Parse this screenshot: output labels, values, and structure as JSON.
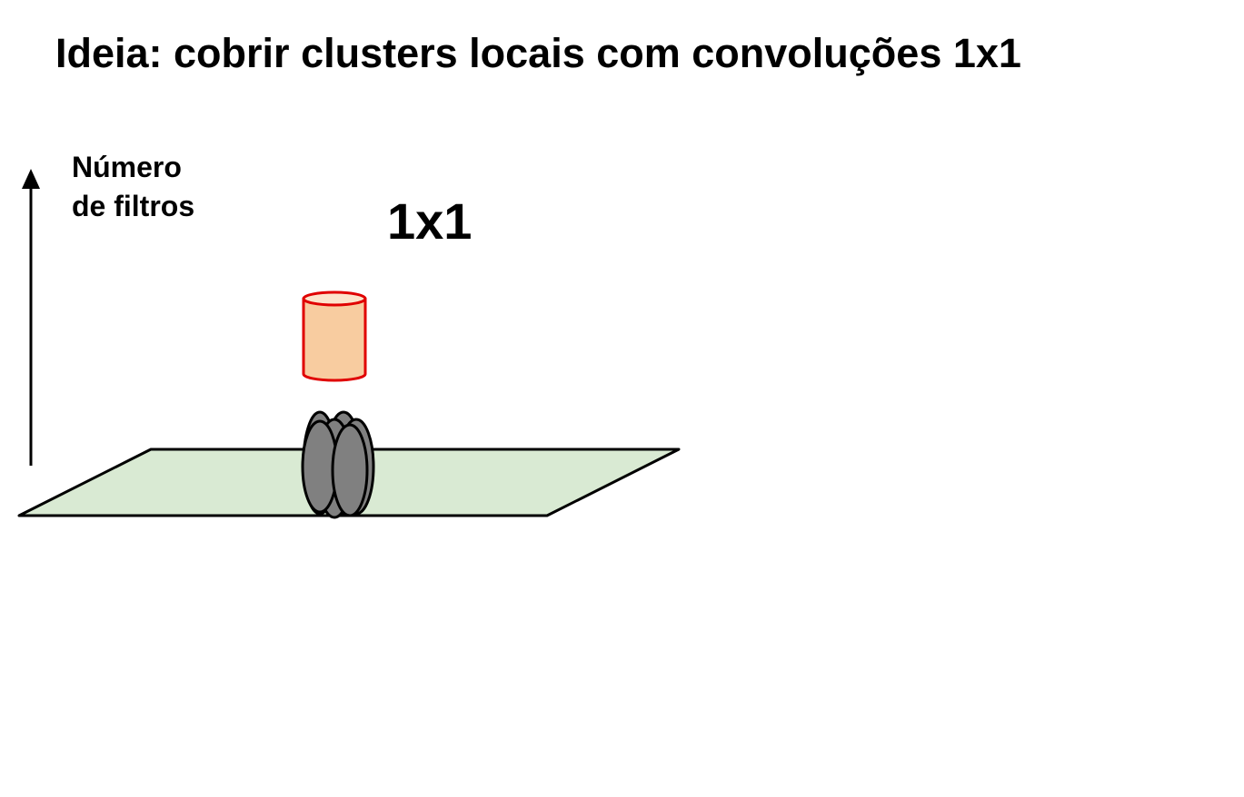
{
  "slide": {
    "title": "Ideia: cobrir clusters locais com convoluções 1x1"
  },
  "axis": {
    "label_line1": "Número",
    "label_line2": "de filtros"
  },
  "kernel": {
    "label": "1x1",
    "cylinder_fill": "#f8cca0",
    "cylinder_top_fill": "#fce4cc",
    "cylinder_stroke": "#e00000"
  },
  "feature_map": {
    "plane_fill": "#d9ead3",
    "cluster_fill": "#808080",
    "stroke": "#000000"
  }
}
